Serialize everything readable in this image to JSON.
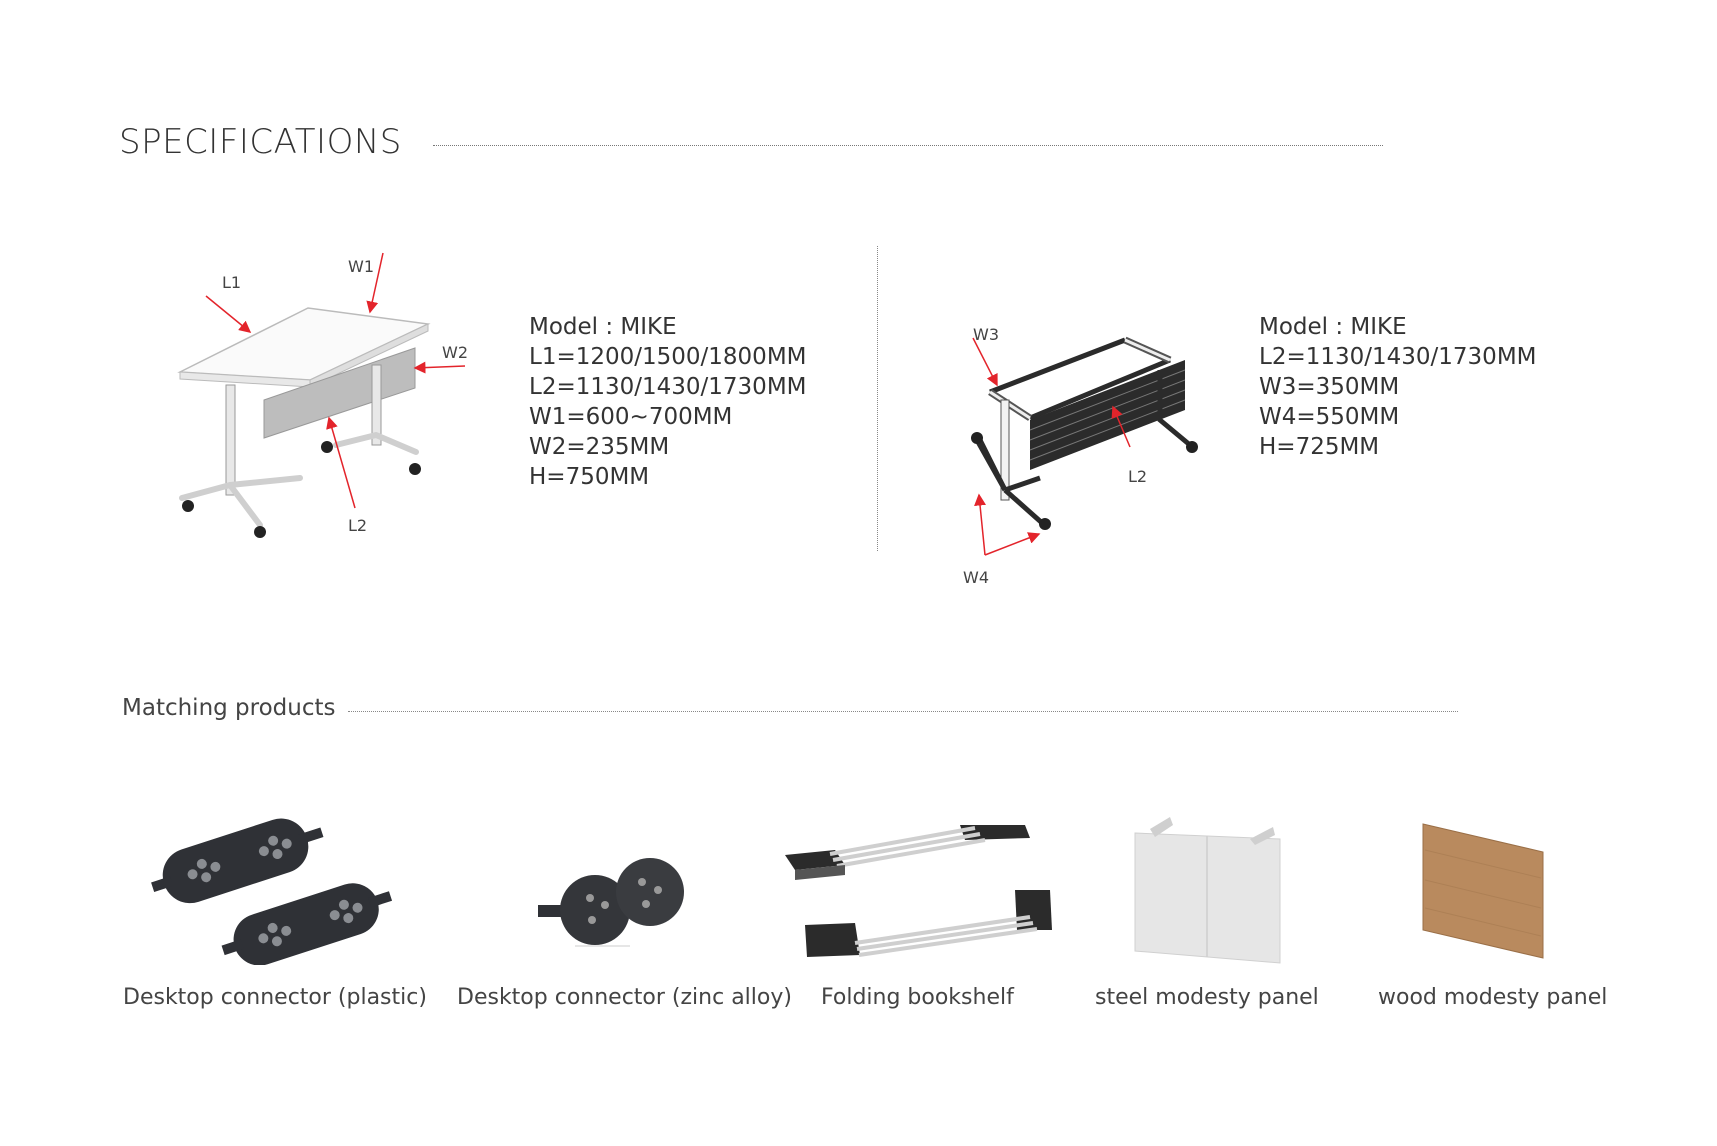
{
  "page": {
    "title": "SPECIFICATIONS",
    "matching_title": "Matching products"
  },
  "spec_left": {
    "lines": [
      "Model : MIKE",
      "L1=1200/1500/1800MM",
      "L2=1130/1430/1730MM",
      "W1=600~700MM",
      "W2=235MM",
      "H=750MM"
    ],
    "labels": {
      "l1": "L1",
      "w1": "W1",
      "w2": "W2",
      "l2": "L2"
    }
  },
  "spec_right": {
    "lines": [
      "Model : MIKE",
      "L2=1130/1430/1730MM",
      "W3=350MM",
      "W4=550MM",
      "H=725MM"
    ],
    "labels": {
      "w3": "W3",
      "l2": "L2",
      "w4": "W4"
    }
  },
  "products": [
    {
      "name": "Desktop connector (plastic)"
    },
    {
      "name": "Desktop connector (zinc alloy)"
    },
    {
      "name": "Folding bookshelf"
    },
    {
      "name": "steel modesty panel"
    },
    {
      "name": "wood modesty panel"
    }
  ],
  "colors": {
    "arrow": "#e3242b",
    "frame": "#2b2b2b",
    "wood": "#b98a5e",
    "panel": "#e6e6e6"
  }
}
